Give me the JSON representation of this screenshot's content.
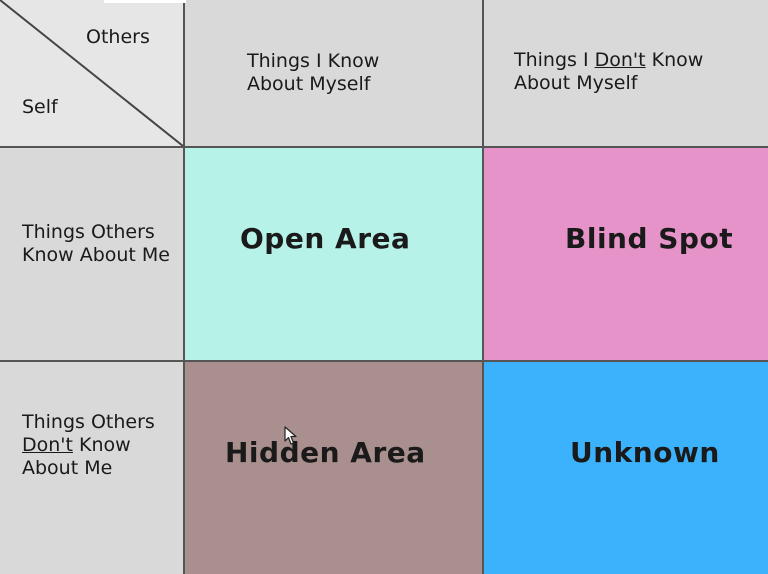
{
  "corner": {
    "top_label": "Others",
    "bottom_label": "Self"
  },
  "columns": [
    {
      "line1": "Things I Know",
      "line2": "About Myself"
    },
    {
      "line1_prefix": "Things I ",
      "line1_underlined": "Don't",
      "line1_suffix": " Know",
      "line2": "About Myself"
    }
  ],
  "rows": [
    {
      "line1": "Things Others",
      "line2": "Know About Me"
    },
    {
      "line1": "Things Others",
      "line2_underlined": "Don't",
      "line2_suffix": " Know",
      "line3": "About Me"
    }
  ],
  "quadrants": {
    "open": {
      "label": "Open Area",
      "color": "#b7f2e9"
    },
    "blind": {
      "label": "Blind Spot",
      "color": "#e693c9"
    },
    "hidden": {
      "label": "Hidden Area",
      "color": "#a98f8e"
    },
    "unknown": {
      "label": "Unknown",
      "color": "#3bb2fb"
    }
  },
  "icons": {
    "cursor": "mouse-pointer-icon"
  }
}
